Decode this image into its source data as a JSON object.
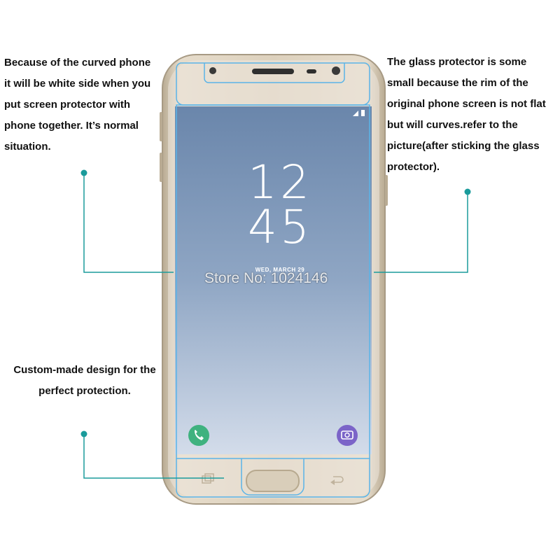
{
  "annotations": {
    "left": "Because of the curved phone\nit will be white side when you\nput screen protector with\nphone together. It’s normal\nsituation.",
    "right": "The glass protector is some\nsmall because the rim of the\noriginal phone screen is not flat\nbut will curves.refer to the\npicture(after sticking the glass\nprotector).",
    "bottom": "Custom-made design for the\nperfect protection."
  },
  "lockscreen": {
    "hour": "12",
    "minute": "45",
    "date": "WED, MARCH 29"
  },
  "watermark": "Store No: 1024146",
  "colors": {
    "callout": "#1a9b9b",
    "protector_outline": "#5ab4e8",
    "phone_body": "#d6c9b3",
    "screen_top": "#6c88ad",
    "screen_bottom": "#cfd9e8"
  },
  "icons": [
    "phone-call-icon",
    "camera-icon",
    "recent-apps-icon",
    "back-icon",
    "home-button",
    "signal-icon",
    "battery-icon"
  ]
}
